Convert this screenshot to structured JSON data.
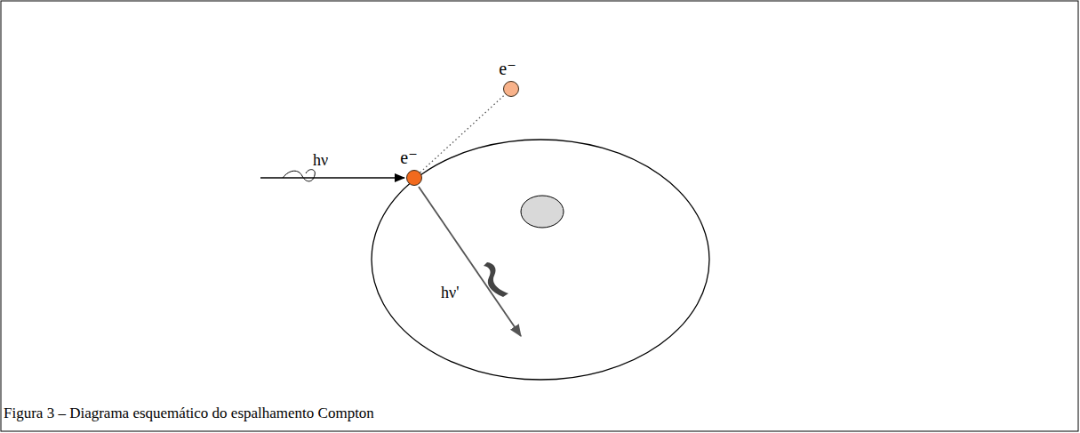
{
  "diagram": {
    "caption": "Figura 3 – Diagrama esquemático do espalhamento Compton",
    "nodes": [
      {
        "text": [
          "e⁻"
        ]
      },
      {
        "text": [
          "e⁻"
        ]
      }
    ],
    "edges": [
      {
        "from": 0,
        "to": 1,
        "arrow": "none"
      }
    ],
    "labels": [
      "hν",
      "hν'"
    ]
  }
}
